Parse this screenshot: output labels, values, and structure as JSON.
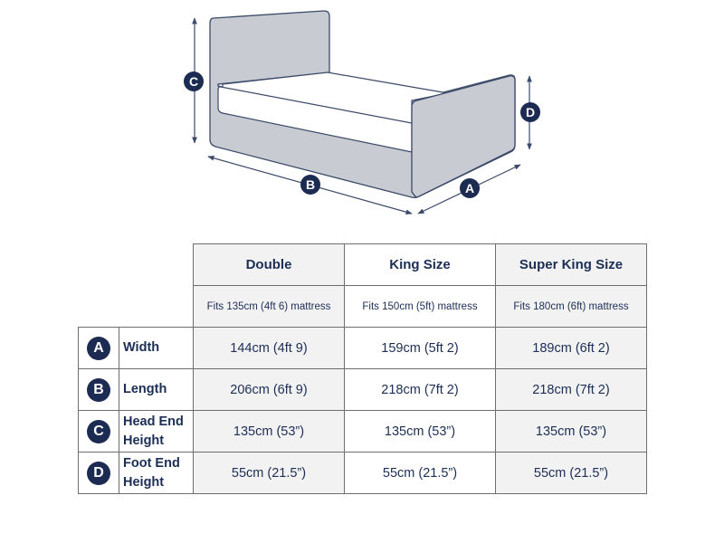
{
  "diagram": {
    "labels": {
      "A": "A",
      "B": "B",
      "C": "C",
      "D": "D"
    },
    "colors": {
      "frame_fill": "#c8ccd2",
      "outline": "#3c4a6a",
      "mattress_fill": "#ffffff",
      "badge": "#1c2b52"
    }
  },
  "table": {
    "columns": [
      {
        "name": "Double",
        "fits": "Fits 135cm (4ft 6) mattress"
      },
      {
        "name": "King Size",
        "fits": "Fits 150cm (5ft) mattress"
      },
      {
        "name": "Super King Size",
        "fits": "Fits 180cm (6ft) mattress"
      }
    ],
    "rows": [
      {
        "badge": "A",
        "label_line1": "Width",
        "label_line2": "",
        "values": [
          "144cm (4ft 9)",
          "159cm (5ft 2)",
          "189cm (6ft 2)"
        ]
      },
      {
        "badge": "B",
        "label_line1": "Length",
        "label_line2": "",
        "values": [
          "206cm (6ft 9)",
          "218cm (7ft 2)",
          "218cm (7ft 2)"
        ]
      },
      {
        "badge": "C",
        "label_line1": "Head End",
        "label_line2": "Height",
        "values": [
          "135cm (53”)",
          "135cm (53”)",
          "135cm (53”)"
        ]
      },
      {
        "badge": "D",
        "label_line1": "Foot End",
        "label_line2": "Height",
        "values": [
          "55cm (21.5”)",
          "55cm (21.5”)",
          "55cm (21.5”)"
        ]
      }
    ]
  }
}
